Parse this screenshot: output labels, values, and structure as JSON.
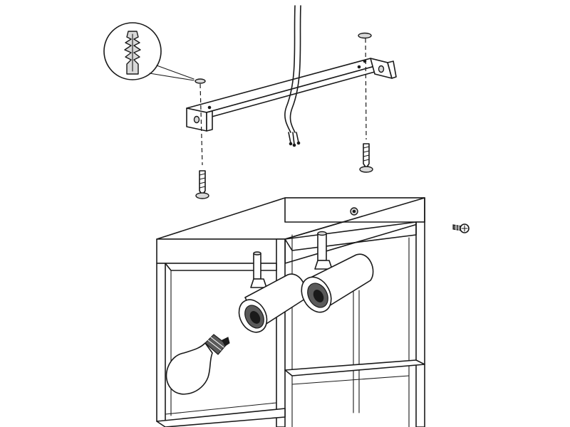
{
  "diagram": {
    "kind": "assembly-instruction",
    "labels": [],
    "parts": [
      "wall-plug-detail",
      "ceiling-hole-left",
      "ceiling-hole-right",
      "mounting-bracket",
      "power-cable",
      "mounting-screw-left",
      "mounting-screw-right",
      "fixing-screw",
      "canopy-box",
      "frame",
      "spot-lamp-1",
      "spot-lamp-2",
      "light-bulb"
    ]
  }
}
